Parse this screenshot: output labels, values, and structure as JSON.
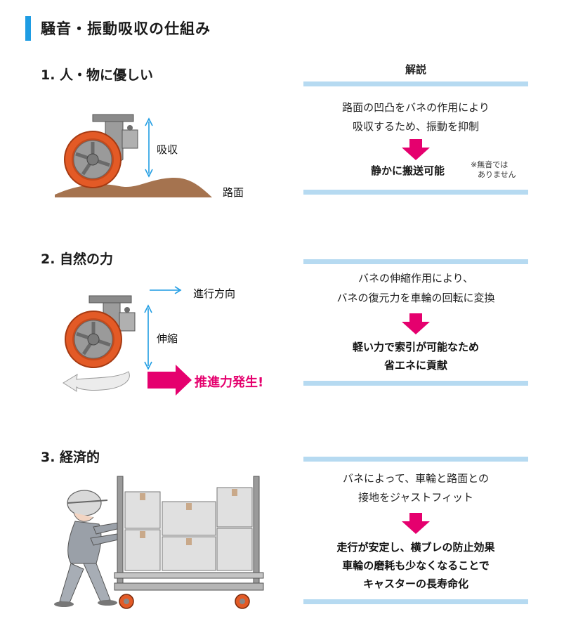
{
  "title": "騒音・振動吸収の仕組み",
  "section1": {
    "heading": "1. 人・物に優しい",
    "panel_header": "解説",
    "text_lines": [
      "路面の凹凸をバネの作用により",
      "吸収するため、振動を抑制"
    ],
    "result": "静かに搬送可能",
    "note_lines": [
      "※無音では",
      "ありません"
    ],
    "label_absorb": "吸収",
    "label_road": "路面"
  },
  "section2": {
    "heading": "2. 自然の力",
    "text_lines": [
      "バネの伸縮作用により、",
      "バネの復元力を車輪の回転に変換"
    ],
    "result_lines": [
      "軽い力で索引が可能なため",
      "省エネに貢献"
    ],
    "label_direction": "進行方向",
    "label_stretch": "伸縮",
    "label_propulsion": "推進力発生!"
  },
  "section3": {
    "heading": "3. 経済的",
    "text_lines": [
      "バネによって、車輪と路面との",
      "接地をジャストフィット"
    ],
    "result_lines": [
      "走行が安定し、横ブレの防止効果",
      "車輪の磨耗も少なくなることで",
      "キャスターの長寿命化"
    ]
  },
  "colors": {
    "accent_blue": "#1e9ce3",
    "bar_blue": "#b6daf1",
    "magenta": "#e5006e",
    "wheel_orange": "#e35a26",
    "road_brown": "#a5734f"
  },
  "icons": [
    "caster-wheel-icon",
    "down-arrow-icon",
    "worker-pushing-cart-icon"
  ]
}
